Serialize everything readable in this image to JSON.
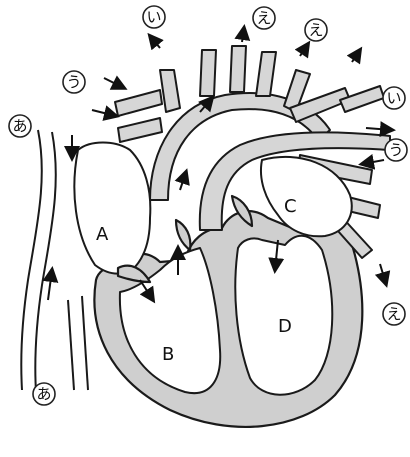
{
  "chambers": {
    "A": "A",
    "B": "B",
    "C": "C",
    "D": "D"
  },
  "labels": {
    "a_top_left": "あ",
    "a_bottom_left": "あ",
    "i_top": "い",
    "e_top_1": "え",
    "e_top_2": "え",
    "u_top_left": "う",
    "i_right": "い",
    "u_right": "う",
    "e_bottom_right": "え"
  }
}
